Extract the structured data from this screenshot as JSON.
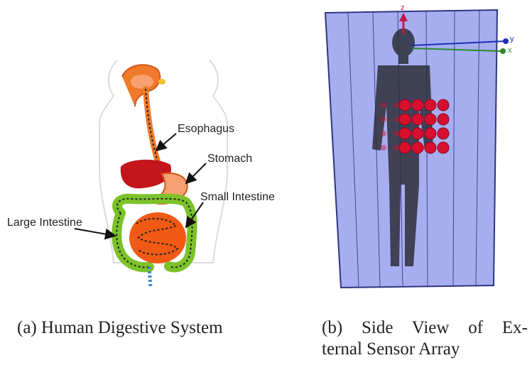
{
  "panel_a": {
    "labels": {
      "esophagus": "Esophagus",
      "stomach": "Stomach",
      "small_intestine": "Small Intestine",
      "large_intestine": "Large Intestine"
    },
    "caption": "(a) Human Digestive System"
  },
  "panel_b": {
    "axis_labels": {
      "z": "z",
      "y": "y",
      "x": "x"
    },
    "caption_line1": "(b) Side View of Ex-",
    "caption_line2": "ternal Sensor Array"
  },
  "colors": {
    "cylinder": "#a7aef0",
    "cylinder_edge": "#2f3580",
    "sensor": "#d8102f",
    "large_intestine": "#7cc22a",
    "small_intestine": "#f05a14",
    "liver": "#c4151c",
    "esophagus": "#f07a2a"
  }
}
